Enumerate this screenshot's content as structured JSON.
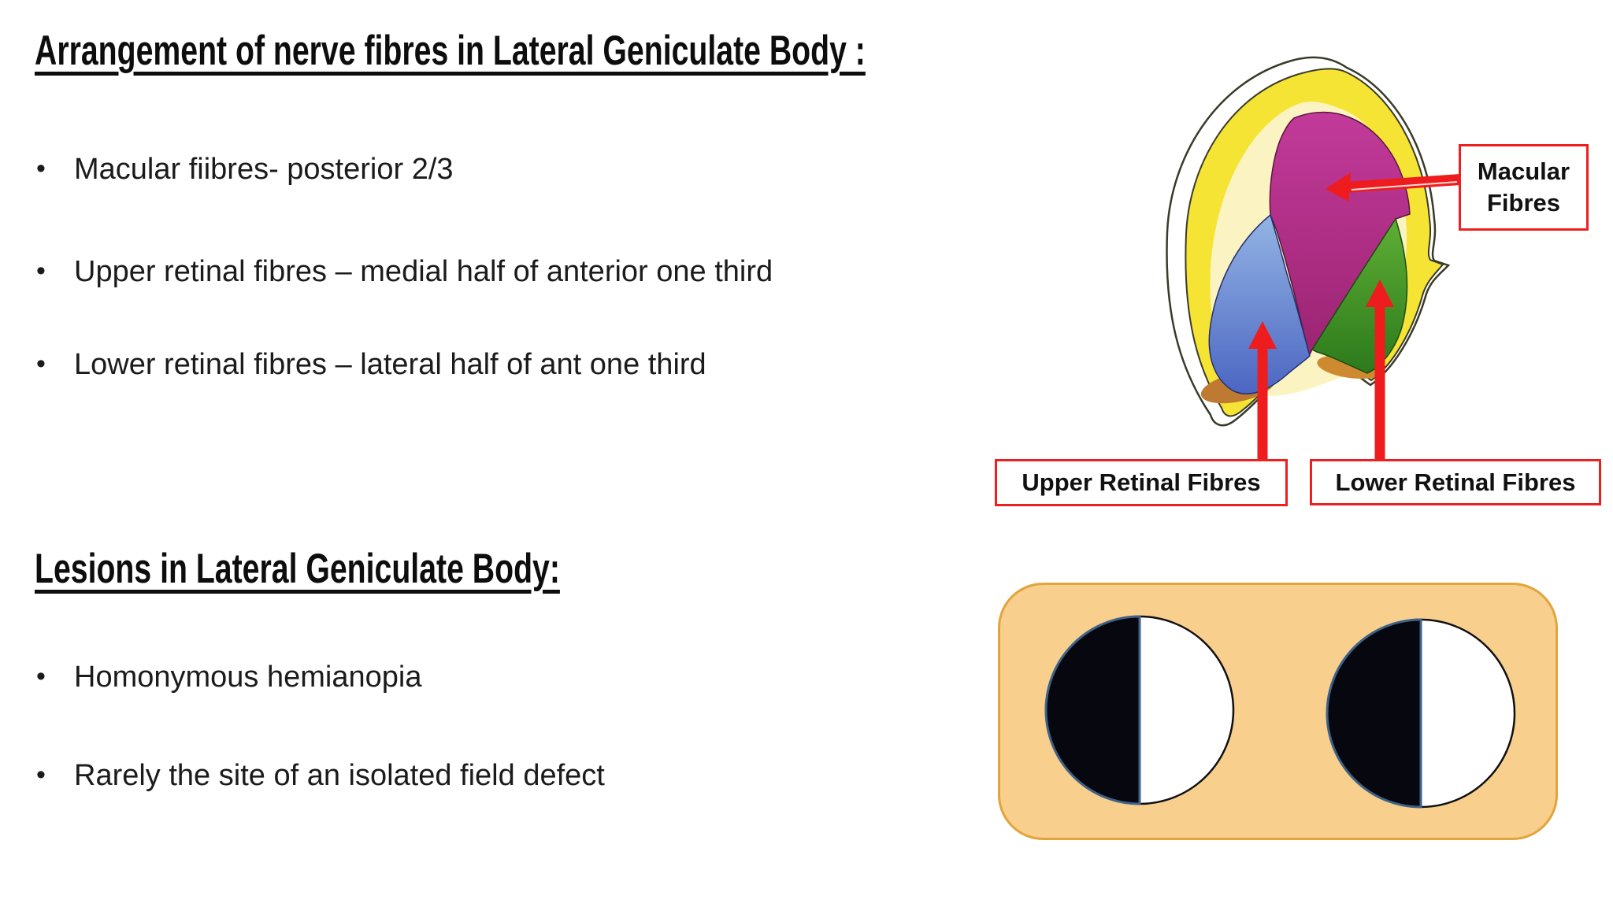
{
  "slide": {
    "title": "Arrangement of nerve fibres in Lateral Geniculate Body :",
    "section1": {
      "bullets": [
        "Macular fiibres- posterior 2/3",
        "Upper retinal fibres – medial half of anterior one third",
        "Lower retinal fibres – lateral half of ant one third"
      ]
    },
    "section2": {
      "heading": "Lesions in Lateral Geniculate Body:",
      "bullets": [
        "Homonymous hemianopia",
        "Rarely the site of an isolated field defect"
      ]
    }
  },
  "lgb_figure": {
    "labels": {
      "macular": "Macular Fibres",
      "upper": "Upper Retinal Fibres",
      "lower": "Lower Retinal Fibres"
    },
    "colors": {
      "capsule_yellow": "#f6e435",
      "macular_magenta": "#b02c86",
      "upper_blue": "#6d8fd4",
      "lower_green": "#3f8f26",
      "hilum_brown": "#be7a30",
      "arrow_red": "#ee1c1c",
      "label_border_red": "#ed1f1f"
    }
  },
  "field_diagram": {
    "colors": {
      "panel_background": "#f8cf8c",
      "panel_border": "#e2a43c",
      "blind_half": "#07070f",
      "seeing_half": "#ffffff"
    },
    "eyes": [
      {
        "blind_side": "left"
      },
      {
        "blind_side": "left"
      }
    ]
  }
}
